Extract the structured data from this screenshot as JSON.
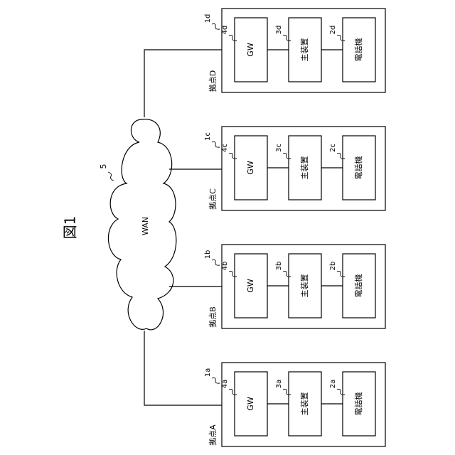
{
  "figure": {
    "title": "図1"
  },
  "wan": {
    "label": "WAN",
    "ref": "5"
  },
  "sites": [
    {
      "id": "d",
      "site_label": "拠点D",
      "site_ref": "1d",
      "gw_label": "GW",
      "gw_ref": "4d",
      "main_label": "主装置",
      "main_ref": "3d",
      "phone_label": "電話機",
      "phone_ref": "2d"
    },
    {
      "id": "c",
      "site_label": "拠点C",
      "site_ref": "1c",
      "gw_label": "GW",
      "gw_ref": "4c",
      "main_label": "主装置",
      "main_ref": "3c",
      "phone_label": "電話機",
      "phone_ref": "2c"
    },
    {
      "id": "b",
      "site_label": "拠点B",
      "site_ref": "1b",
      "gw_label": "GW",
      "gw_ref": "4b",
      "main_label": "主装置",
      "main_ref": "3b",
      "phone_label": "電話機",
      "phone_ref": "2b"
    },
    {
      "id": "a",
      "site_label": "拠点A",
      "site_ref": "1a",
      "gw_label": "GW",
      "gw_ref": "4a",
      "main_label": "主装置",
      "main_ref": "3a",
      "phone_label": "電話機",
      "phone_ref": "2a"
    }
  ]
}
